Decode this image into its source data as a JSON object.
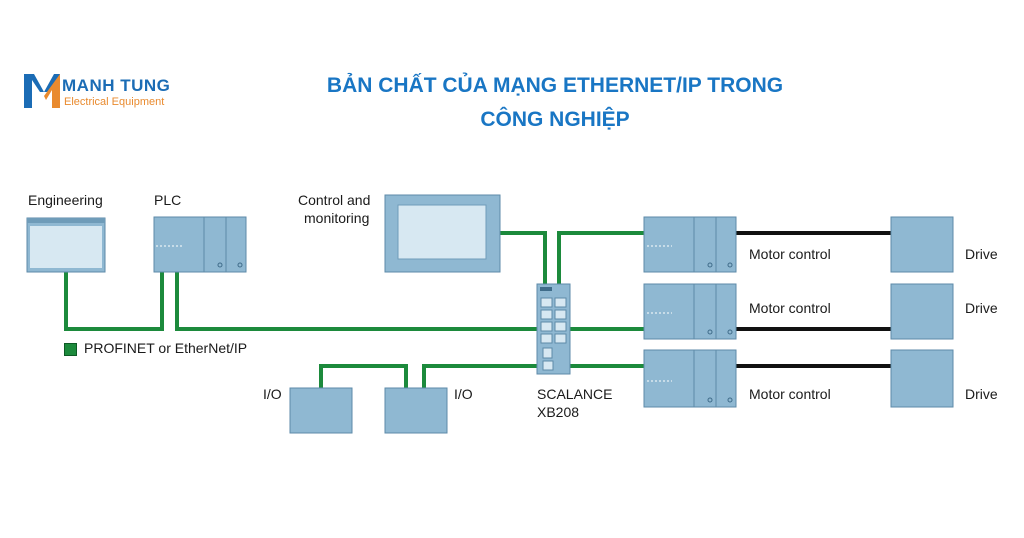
{
  "brand": {
    "name": "MANH TUNG",
    "tagline": "Electrical Equipment",
    "accent": "#1b6cb5",
    "tagline_color": "#e98a2e"
  },
  "title": {
    "line1": "BẢN CHẤT CỦA MẠNG ETHERNET/IP TRONG",
    "line2": "CÔNG NGHIỆP",
    "color": "#1976c4"
  },
  "labels": {
    "engineering": "Engineering",
    "plc": "PLC",
    "control_line1": "Control and",
    "control_line2": "monitoring",
    "io_left": "I/O",
    "io_right": "I/O",
    "switch_line1": "SCALANCE",
    "switch_line2": "XB208",
    "motor_control_1": "Motor control",
    "motor_control_2": "Motor control",
    "motor_control_3": "Motor control",
    "drive_1": "Drive",
    "drive_2": "Drive",
    "drive_3": "Drive"
  },
  "legend": {
    "text": "PROFINET or EtherNet/IP",
    "color": "#1c8a3c"
  },
  "colors": {
    "device_fill": "#8fb8d2",
    "device_stroke": "#5d8aa8",
    "network": "#1c8a3c",
    "motor_link": "#111111"
  }
}
